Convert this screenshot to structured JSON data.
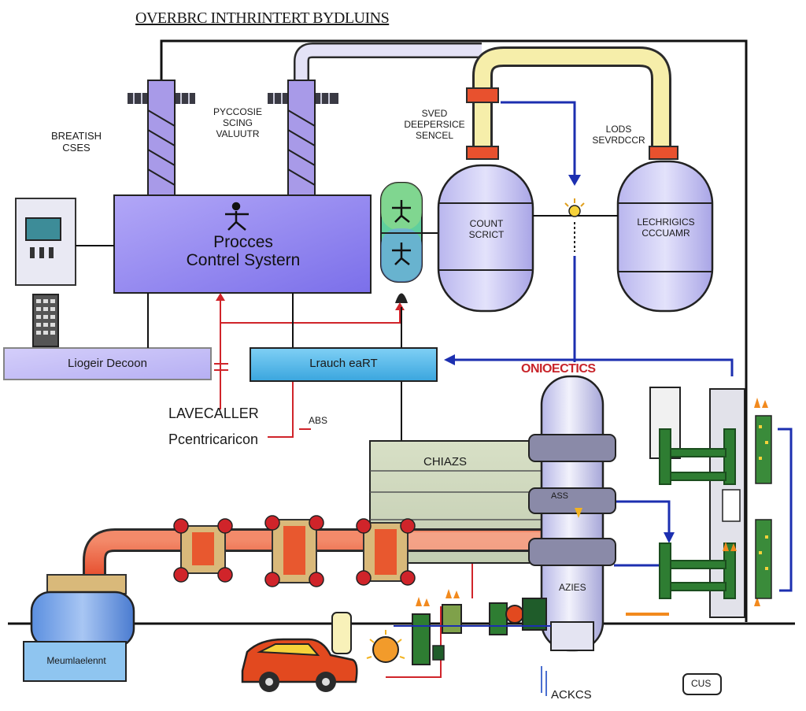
{
  "title": "OVERBRC INTHRINTERT BYDLUINS",
  "labels": {
    "breath_gas": [
      "BREATISH",
      "CSES"
    ],
    "process_valve": [
      "PYCCOSIE",
      "SCING",
      "VALUUTR"
    ],
    "speed_sensor": [
      "SVED",
      "DEEPERSICE",
      "SENCEL"
    ],
    "load_sensor": [
      "LODS",
      "SEVRDCCR"
    ],
    "main_panel": [
      "Procces",
      "Contrel Systern"
    ],
    "left_tank": [
      "COUNT",
      "SCRICT"
    ],
    "right_tank": [
      "LECHRIGICS",
      "CCCUAMR"
    ],
    "lower_left_box": "Liogeir Decoon",
    "lower_mid_box": "Lrauch eaRT",
    "red_label": "ONIOECTICS",
    "laveller": "LAVECALLER",
    "pcentrication": "Pcentricaricon",
    "small_tag": "ABS",
    "green_box": "CHIAZS",
    "column_tag_1": "ASS",
    "column_tag_2": "AZIES",
    "bottom_left_tank": "Meumlaelennt",
    "bottom_right": "CUS",
    "bottom_center": "ACKCS"
  },
  "colors": {
    "main_panel": "#8f86f0",
    "cyan_box": "#4fb6ea",
    "lavender": "#cfcdf6",
    "pipe_red": "#ec5b3a",
    "wire_red": "#d0242a",
    "wire_blue": "#1c2fb0",
    "pipe_yellow": "#f6eeaa",
    "green": "#2e7d32"
  }
}
